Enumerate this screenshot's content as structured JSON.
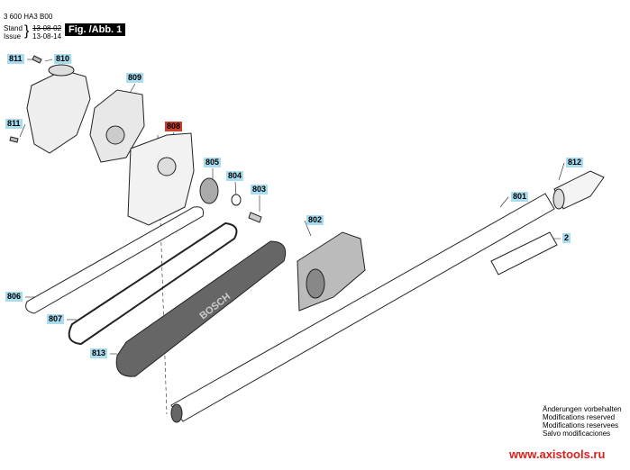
{
  "header": {
    "part_number": "3 600 HA3 B00",
    "stand_label": "Stand",
    "issue_label": "Issue",
    "old_date": "13-08-02",
    "new_date": "13-08-14",
    "figure": "Fig. /Abb. 1"
  },
  "parts": {
    "p811a": "811",
    "p810": "810",
    "p809": "809",
    "p811b": "811",
    "p808": "808",
    "p805": "805",
    "p804": "804",
    "p803": "803",
    "p812": "812",
    "p801": "801",
    "p802": "802",
    "p2": "2",
    "p806": "806",
    "p807": "807",
    "p813": "813"
  },
  "highlight_color": "#c8402e",
  "label_color": "#a9dcef",
  "brand_on_cover": "BOSCH",
  "notes": [
    "Änderungen vorbehalten",
    "Modifications reserved",
    "Modifications reservees",
    "Salvo modificaciones"
  ],
  "website": "www.axistools.ru"
}
